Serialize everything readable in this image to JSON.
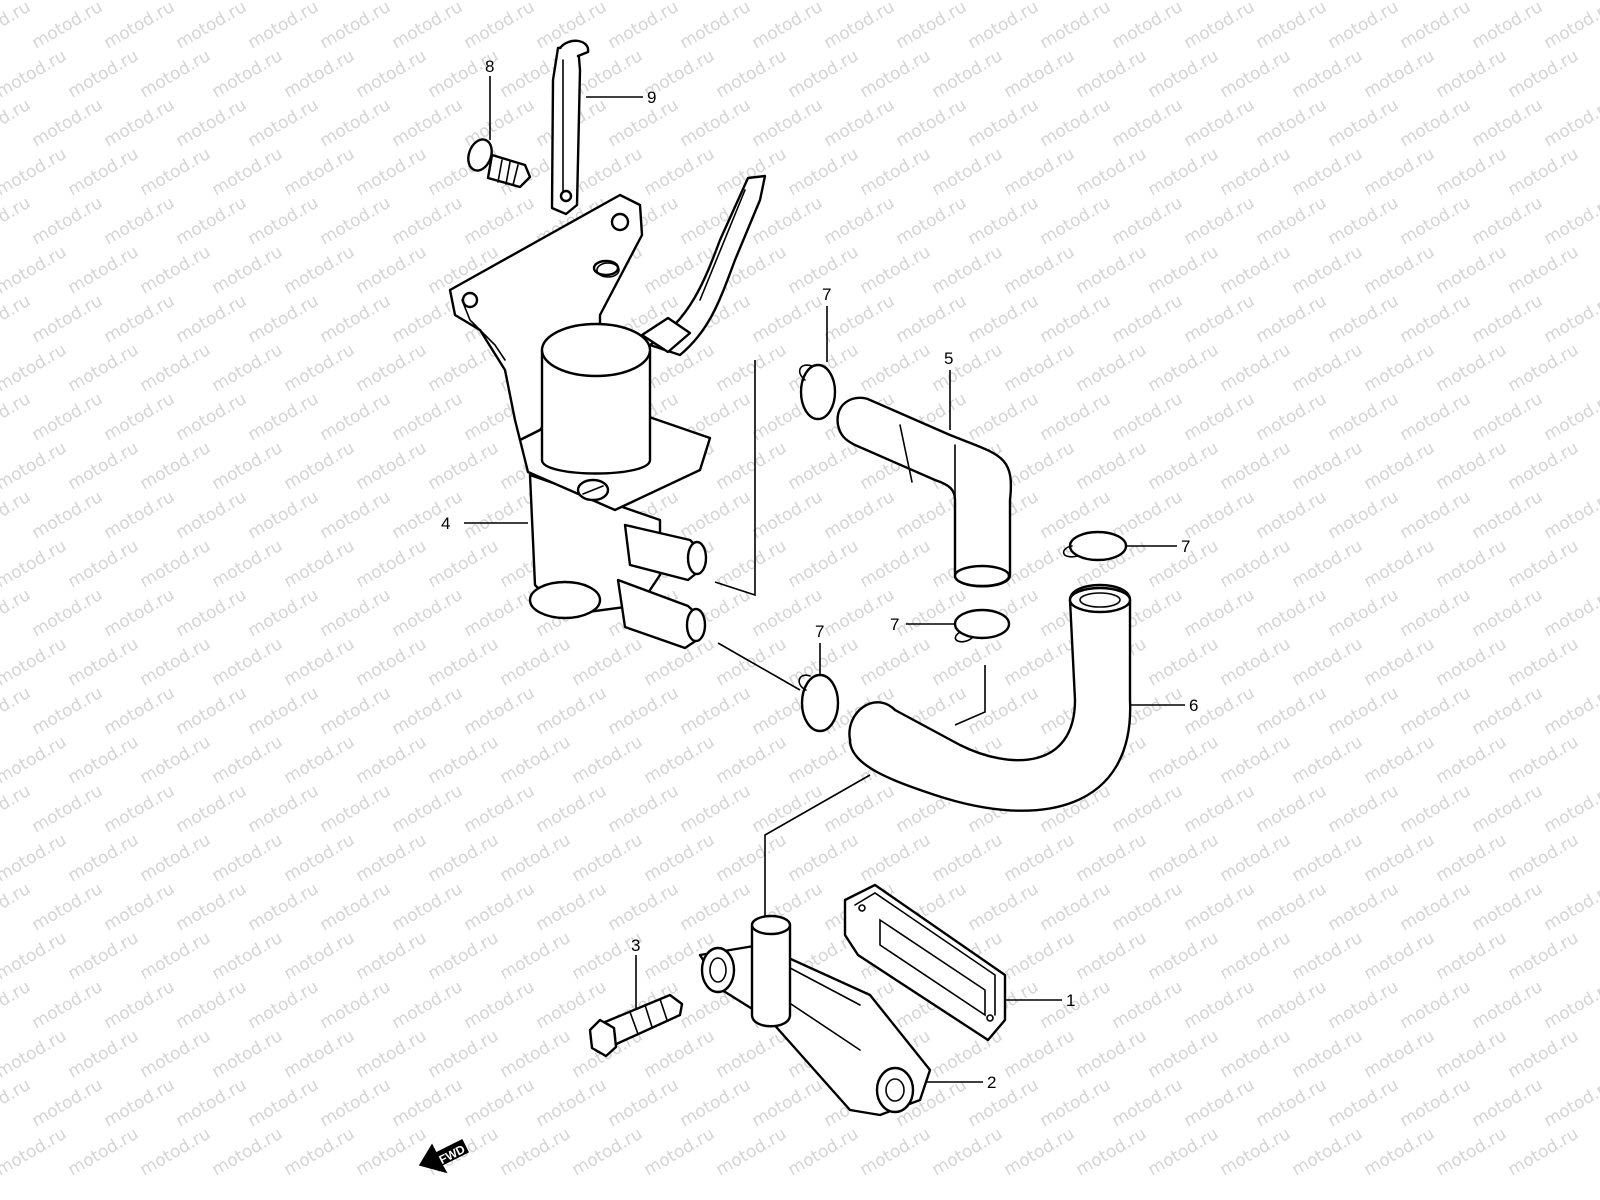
{
  "watermark": "motod.ru",
  "callouts": [
    {
      "id": "1",
      "label": "1"
    },
    {
      "id": "2",
      "label": "2"
    },
    {
      "id": "3",
      "label": "3"
    },
    {
      "id": "4",
      "label": "4"
    },
    {
      "id": "5",
      "label": "5"
    },
    {
      "id": "6",
      "label": "6"
    },
    {
      "id": "7a",
      "label": "7"
    },
    {
      "id": "7b",
      "label": "7"
    },
    {
      "id": "7c",
      "label": "7"
    },
    {
      "id": "7d",
      "label": "7"
    },
    {
      "id": "8",
      "label": "8"
    },
    {
      "id": "9",
      "label": "9"
    }
  ],
  "fwd_label": "FWD",
  "colors": {
    "line": "#000000",
    "watermark": "#d4d4d4",
    "background": "#ffffff"
  }
}
